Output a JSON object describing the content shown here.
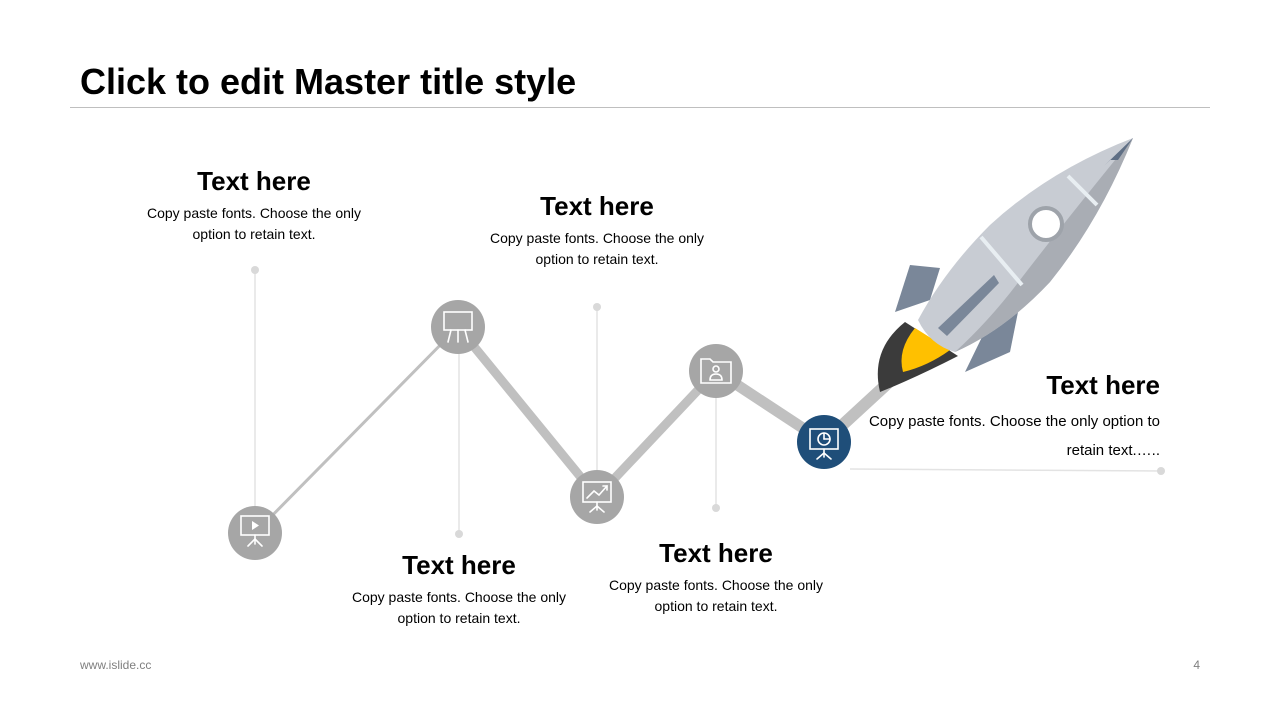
{
  "slide": {
    "title": "Click to edit Master title style",
    "footer_url": "www.islide.cc",
    "page_number": "4"
  },
  "steps": [
    {
      "heading": "Text here",
      "body": "Copy paste fonts. Choose the only option to retain text.",
      "icon": "presentation-play-icon"
    },
    {
      "heading": "Text here",
      "body": "Copy paste fonts. Choose the only option to retain text.",
      "icon": "easel-board-icon"
    },
    {
      "heading": "Text here",
      "body": "Copy paste fonts. Choose the only option to retain text.",
      "icon": "chart-growth-icon"
    },
    {
      "heading": "Text here",
      "body": "Copy paste fonts. Choose the only option to retain text.",
      "icon": "folder-user-icon"
    },
    {
      "heading": "Text here",
      "body": "Copy paste fonts. Choose the only option to retain text.…..",
      "icon": "pie-chart-board-icon"
    }
  ],
  "colors": {
    "node_gray": "#a6a6a6",
    "node_accent": "#1f4e79",
    "path_line": "#bfbfbf",
    "rocket_body": "#c8ccd3",
    "rocket_fin": "#7a8799",
    "flame": "#ffc000",
    "exhaust": "#3b3b3b"
  }
}
